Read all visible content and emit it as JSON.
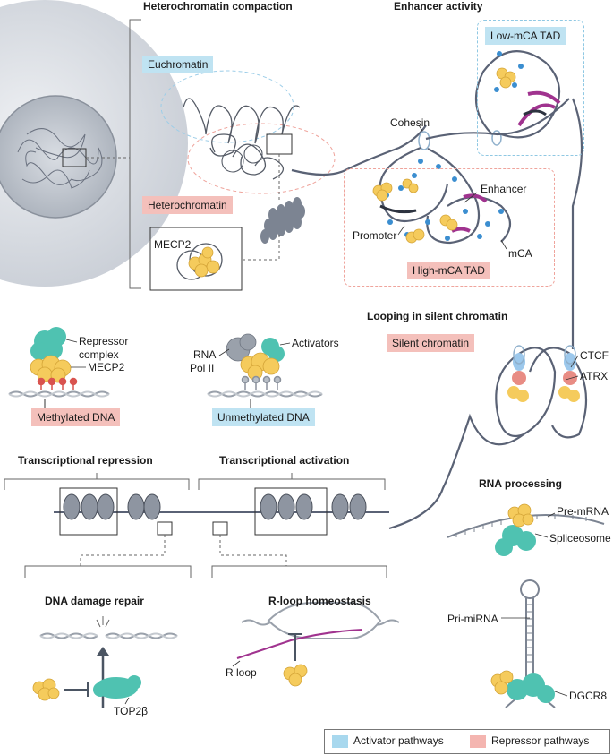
{
  "headings": {
    "heterochromatin_compaction": "Heterochromatin compaction",
    "enhancer_activity": "Enhancer activity",
    "looping_silent": "Looping in silent chromatin",
    "transcriptional_repression": "Transcriptional repression",
    "transcriptional_activation": "Transcriptional activation",
    "rna_processing": "RNA processing",
    "dna_damage_repair": "DNA damage repair",
    "r_loop_homeostasis": "R-loop homeostasis"
  },
  "tags": {
    "euchromatin": "Euchromatin",
    "heterochromatin": "Heterochromatin",
    "low_mca_tad": "Low-mCA TAD",
    "high_mca_tad": "High-mCA TAD",
    "silent_chromatin": "Silent chromatin",
    "methylated_dna": "Methylated DNA",
    "unmethylated_dna": "Unmethylated DNA"
  },
  "labels": {
    "mecp2_inset": "MECP2",
    "cohesin": "Cohesin",
    "enhancer": "Enhancer",
    "promoter": "Promoter",
    "mca": "mCA",
    "repressor_complex_1": "Repressor",
    "repressor_complex_2": "complex",
    "mecp2": "MECP2",
    "rna": "RNA",
    "pol_ii": "Pol II",
    "activators": "Activators",
    "ctcf": "CTCF",
    "atrx": "ATRX",
    "pre_mrna": "Pre-mRNA",
    "spliceosome": "Spliceosome",
    "pri_mirna": "Pri-miRNA",
    "dgcr8": "DGCR8",
    "r_loop": "R loop",
    "top2b": "TOP2β"
  },
  "legend": {
    "activator": "Activator pathways",
    "repressor": "Repressor pathways"
  },
  "colors": {
    "activator": "#a8d8ee",
    "repressor": "#f4b5b0",
    "mecp2_protein": "#f5cb5c",
    "teal_protein": "#4fc2b1",
    "chromatin_line": "#5a6275",
    "methyl_mark": "#d9534f",
    "mca_dot": "#3b8ed0",
    "enhancer_segment": "#a0338f"
  }
}
